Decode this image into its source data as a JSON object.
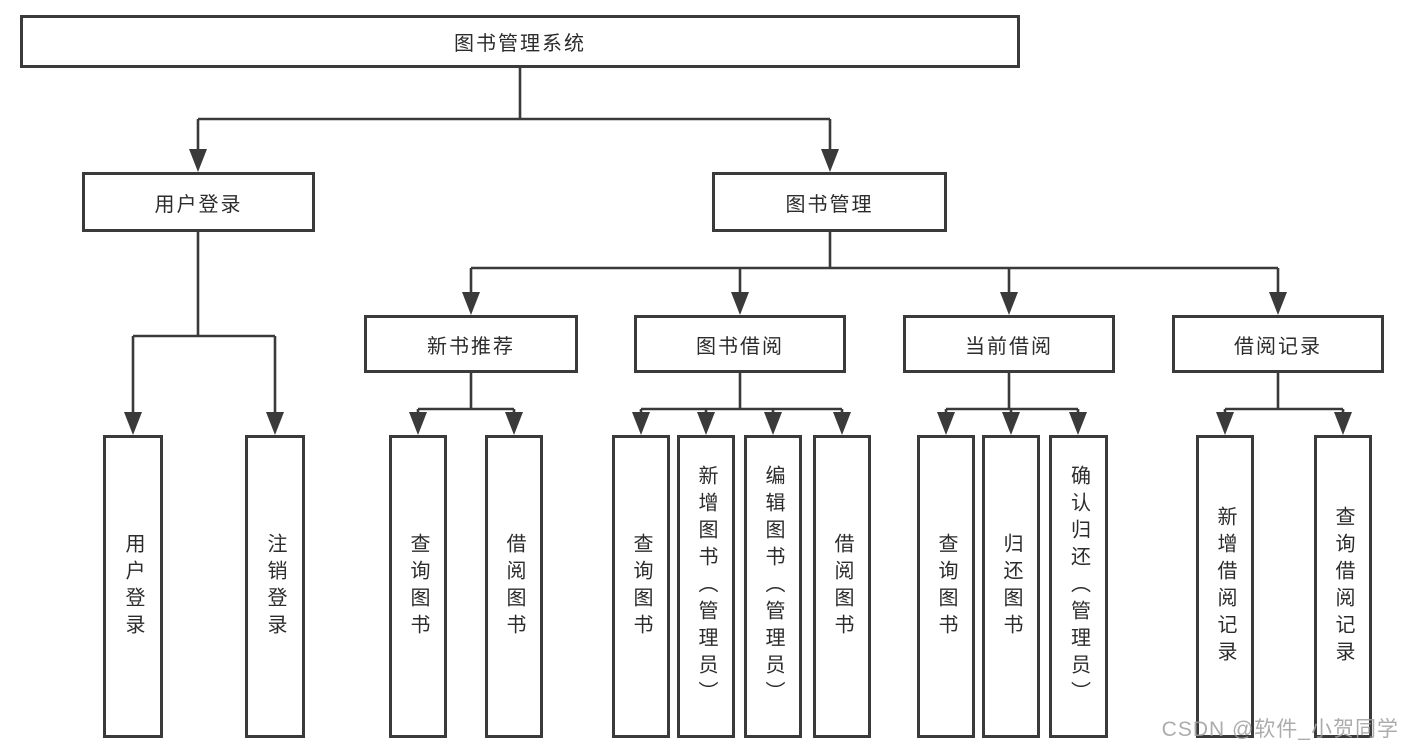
{
  "diagram": {
    "type": "hierarchy",
    "title": "图书管理系统",
    "watermark": "CSDN @软件_小贺同学",
    "colors": {
      "line": "#3a3a3a",
      "box_border": "#3a3a3a",
      "text": "#2c2c2c",
      "background": "#ffffff",
      "watermark": "#9e9e9e"
    },
    "tree": {
      "label": "图书管理系统",
      "children": [
        {
          "label": "用户登录",
          "children": [
            {
              "label": "用户登录"
            },
            {
              "label": "注销登录"
            }
          ]
        },
        {
          "label": "图书管理",
          "children": [
            {
              "label": "新书推荐",
              "children": [
                {
                  "label": "查询图书"
                },
                {
                  "label": "借阅图书"
                }
              ]
            },
            {
              "label": "图书借阅",
              "children": [
                {
                  "label": "查询图书"
                },
                {
                  "label": "新增图书（管理员）"
                },
                {
                  "label": "编辑图书（管理员）"
                },
                {
                  "label": "借阅图书"
                }
              ]
            },
            {
              "label": "当前借阅",
              "children": [
                {
                  "label": "查询图书"
                },
                {
                  "label": "归还图书"
                },
                {
                  "label": "确认归还（管理员）"
                }
              ]
            },
            {
              "label": "借阅记录",
              "children": [
                {
                  "label": "新增借阅记录"
                },
                {
                  "label": "查询借阅记录"
                }
              ]
            }
          ]
        }
      ]
    }
  }
}
